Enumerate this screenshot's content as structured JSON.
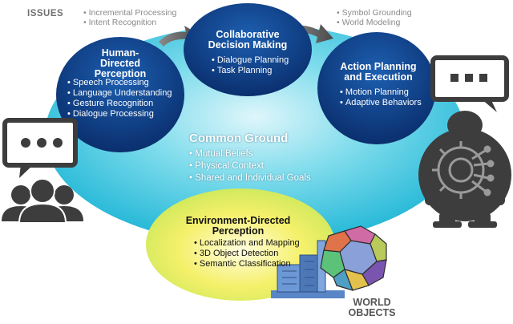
{
  "issues": {
    "heading": "ISSUES",
    "left": [
      "Incremental Processing",
      "Intent Recognition"
    ],
    "right": [
      "Symbol Grounding",
      "World Modeling"
    ]
  },
  "human_directed": {
    "title": "Human-Directed Perception",
    "title_lines": [
      "Human-",
      "Directed",
      "Perception"
    ],
    "items": [
      "Speech Processing",
      "Language Understanding",
      "Gesture Recognition",
      "Dialogue Processing"
    ]
  },
  "collaborative": {
    "title": "Collaborative Decision Making",
    "title_lines": [
      "Collaborative",
      "Decision Making"
    ],
    "items": [
      "Dialogue Planning",
      "Task Planning"
    ]
  },
  "action_planning": {
    "title": "Action Planning and Execution",
    "title_lines": [
      "Action Planning",
      "and Execution"
    ],
    "items": [
      "Motion Planning",
      "Adaptive Behaviors"
    ]
  },
  "common_ground": {
    "title": "Common Ground",
    "items": [
      "Mutual Beliefs",
      "Physical Context",
      "Shared and Individual Goals"
    ]
  },
  "environment": {
    "title": "Environment-Directed Perception",
    "title_lines": [
      "Environment-Directed",
      "Perception"
    ],
    "items": [
      "Localization and Mapping",
      "3D Object Detection",
      "Semantic Classification"
    ]
  },
  "world_objects": {
    "label": "WORLD OBJECTS",
    "lines": [
      "WORLD",
      "OBJECTS"
    ]
  },
  "colors": {
    "node_blue": "#0d3f86",
    "common_ground_cyan": "#2fc4df",
    "environment_yellow": "#f3ef4a",
    "arrow_gray": "#555555",
    "icon_dark": "#3d3d3d"
  },
  "icons": [
    "speech-bubble-icon",
    "people-icon",
    "speech-bubble-icon",
    "robot-icon",
    "gear-circuit-icon",
    "dodecahedron-icon",
    "building-icon"
  ]
}
